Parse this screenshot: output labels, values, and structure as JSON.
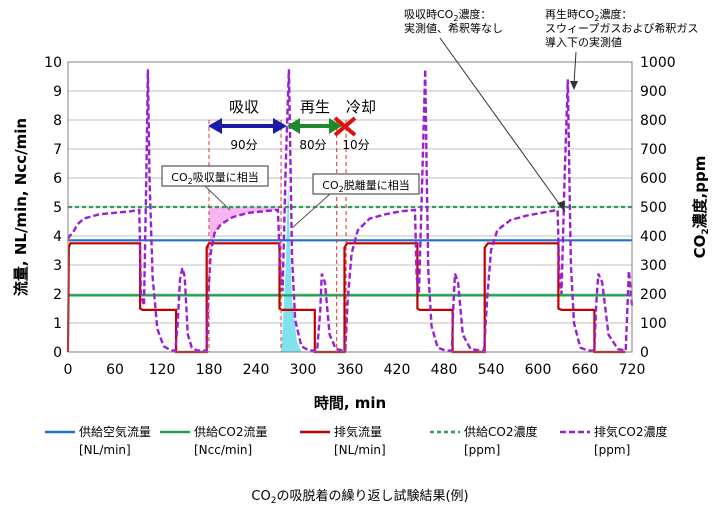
{
  "chart_data": {
    "type": "line",
    "x_axis": {
      "label": "時間, min",
      "min": 0,
      "max": 720,
      "ticks": [
        0,
        60,
        120,
        180,
        240,
        300,
        360,
        420,
        480,
        540,
        600,
        660,
        720
      ]
    },
    "y_left": {
      "label": "流量, NL/min, Ncc/min",
      "min": 0,
      "max": 10,
      "ticks": [
        0,
        1,
        2,
        3,
        4,
        5,
        6,
        7,
        8,
        9,
        10
      ]
    },
    "y_right": {
      "label_main": "CO",
      "label_sub": "2",
      "label_rest": "濃度,ppm",
      "min": 0,
      "max": 1000,
      "ticks": [
        0,
        100,
        200,
        300,
        400,
        500,
        600,
        700,
        800,
        900,
        1000
      ]
    },
    "grid": "horizontal",
    "series": [
      {
        "name": "供給空気流量",
        "unit": "[NL/min]",
        "axis": "left",
        "color": "#1f6fce",
        "style": "solid",
        "x": [
          0,
          720
        ],
        "y": [
          3.85,
          3.85
        ]
      },
      {
        "name": "供給CO2流量",
        "unit": "[Ncc/min]",
        "axis": "left",
        "color": "#1aa34a",
        "style": "solid",
        "x": [
          0,
          720
        ],
        "y": [
          1.95,
          1.95
        ]
      },
      {
        "name": "排気流量",
        "unit": "[NL/min]",
        "axis": "left",
        "color": "#c00000",
        "style": "solid",
        "x": [
          0,
          1,
          3,
          92,
          92,
          95,
          138,
          138,
          177,
          177,
          180,
          270,
          270,
          273,
          315,
          315,
          353,
          353,
          356,
          446,
          446,
          449,
          491,
          491,
          532,
          532,
          536,
          626,
          626,
          630,
          672,
          672,
          710,
          710
        ],
        "y": [
          0,
          3.6,
          3.75,
          3.75,
          1.5,
          1.45,
          1.45,
          0,
          0,
          3.6,
          3.75,
          3.75,
          1.5,
          1.45,
          1.45,
          0,
          0,
          3.6,
          3.75,
          3.75,
          1.5,
          1.45,
          1.45,
          0,
          0,
          3.6,
          3.75,
          3.75,
          1.5,
          1.45,
          1.45,
          0,
          0,
          0.05
        ]
      },
      {
        "name": "供給CO2濃度",
        "unit": "[ppm]",
        "axis": "right",
        "color": "#2e9e5b",
        "style": "dashed",
        "x": [
          0,
          720
        ],
        "y": [
          500,
          500
        ]
      },
      {
        "name": "排気CO2濃度",
        "unit": "[ppm]",
        "axis": "right",
        "color": "#9b1fd1",
        "style": "dashed",
        "x": [
          0,
          2,
          6,
          12,
          20,
          40,
          60,
          80,
          91,
          93,
          97,
          100,
          102,
          104,
          108,
          114,
          122,
          132,
          137,
          140,
          143,
          146,
          149,
          153,
          158,
          165,
          172,
          177,
          179,
          182,
          187,
          195,
          210,
          230,
          250,
          268,
          271,
          274,
          278,
          282,
          284,
          286,
          290,
          298,
          308,
          318,
          322,
          324,
          328,
          334,
          342,
          352,
          354,
          357,
          362,
          370,
          385,
          405,
          425,
          443,
          445,
          448,
          452,
          456,
          458,
          460,
          464,
          472,
          482,
          490,
          492,
          494,
          498,
          504,
          514,
          528,
          531,
          535,
          540,
          548,
          565,
          585,
          605,
          625,
          627,
          630,
          634,
          638,
          640,
          642,
          646,
          654,
          664,
          672,
          674,
          677,
          682,
          690,
          702,
          712,
          716,
          720
        ],
        "y": [
          390,
          400,
          410,
          440,
          460,
          475,
          480,
          485,
          490,
          200,
          160,
          600,
          975,
          600,
          260,
          80,
          20,
          5,
          5,
          100,
          250,
          290,
          260,
          60,
          15,
          5,
          5,
          5,
          180,
          340,
          410,
          440,
          465,
          480,
          485,
          490,
          280,
          210,
          650,
          975,
          650,
          330,
          110,
          20,
          5,
          5,
          140,
          270,
          240,
          60,
          10,
          5,
          5,
          180,
          340,
          420,
          460,
          475,
          485,
          490,
          260,
          200,
          580,
          975,
          600,
          280,
          90,
          15,
          5,
          5,
          160,
          270,
          240,
          60,
          10,
          5,
          5,
          180,
          350,
          420,
          455,
          470,
          480,
          490,
          280,
          200,
          600,
          940,
          620,
          300,
          100,
          15,
          5,
          5,
          150,
          270,
          240,
          60,
          10,
          5,
          280,
          160
        ]
      }
    ],
    "shaded_regions": [
      {
        "label": "CO2吸収量に相当",
        "color": "#f7a8ee",
        "x_from": 180,
        "x_to": 270,
        "series_upper": 500
      },
      {
        "label": "CO2脱離量に相当",
        "color": "#7fe3ef"
      }
    ],
    "phases": [
      {
        "label": "吸収",
        "duration": "90分",
        "color": "#1a1aa6"
      },
      {
        "label": "再生",
        "duration": "80分",
        "color": "#1e8a2c"
      },
      {
        "label": "冷却",
        "duration": "10分",
        "color": "#e01010"
      }
    ],
    "annotations": {
      "absorb_note": [
        "吸収時CO",
        "2",
        "濃度：",
        "実測値、希釈等なし"
      ],
      "regen_note": [
        "再生時CO",
        "2",
        "濃度：",
        "スウィープガスおよび希釈ガス",
        "導入下の実測値"
      ],
      "absorb_box": [
        "CO",
        "2",
        "吸収量に相当"
      ],
      "desorb_box": [
        "CO",
        "2",
        "脱離量に相当"
      ]
    },
    "caption": [
      "CO",
      "2",
      "の吸脱着の繰り返し試験結果(例)"
    ]
  }
}
